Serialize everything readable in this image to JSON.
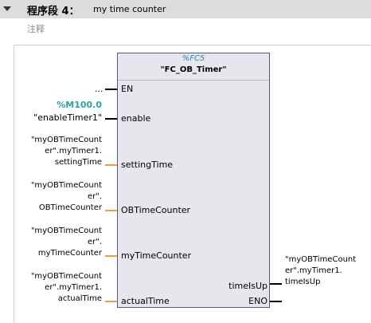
{
  "segment": {
    "label": "程序段 4：",
    "name": "my time counter",
    "comment": "注释"
  },
  "block": {
    "type_label": "%FC5",
    "name": "\"FC_OB_Timer\""
  },
  "pins_in": {
    "en": "EN",
    "enable": "enable",
    "settingTime": "settingTime",
    "obTimeCounter": "OBTimeCounter",
    "myTimeCounter": "myTimeCounter",
    "actualTime": "actualTime"
  },
  "pins_out": {
    "timeIsUp": "timeIsUp",
    "eno": "ENO"
  },
  "operands": {
    "en": "...",
    "enable_addr": "%M100.0",
    "enable_tag": "\"enableTimer1\"",
    "setting": [
      "\"myOBTimeCount",
      "er\".myTimer1.",
      "settingTime"
    ],
    "obtc": [
      "\"myOBTimeCount",
      "er\".",
      "OBTimeCounter"
    ],
    "mytc": [
      "\"myOBTimeCount",
      "er\".",
      "myTimeCounter"
    ],
    "actual": [
      "\"myOBTimeCount",
      "er\".myTimer1.",
      "actualTime"
    ],
    "timeup": [
      "\"myOBTimeCount",
      "er\".myTimer1.",
      "timeIsUp"
    ]
  }
}
